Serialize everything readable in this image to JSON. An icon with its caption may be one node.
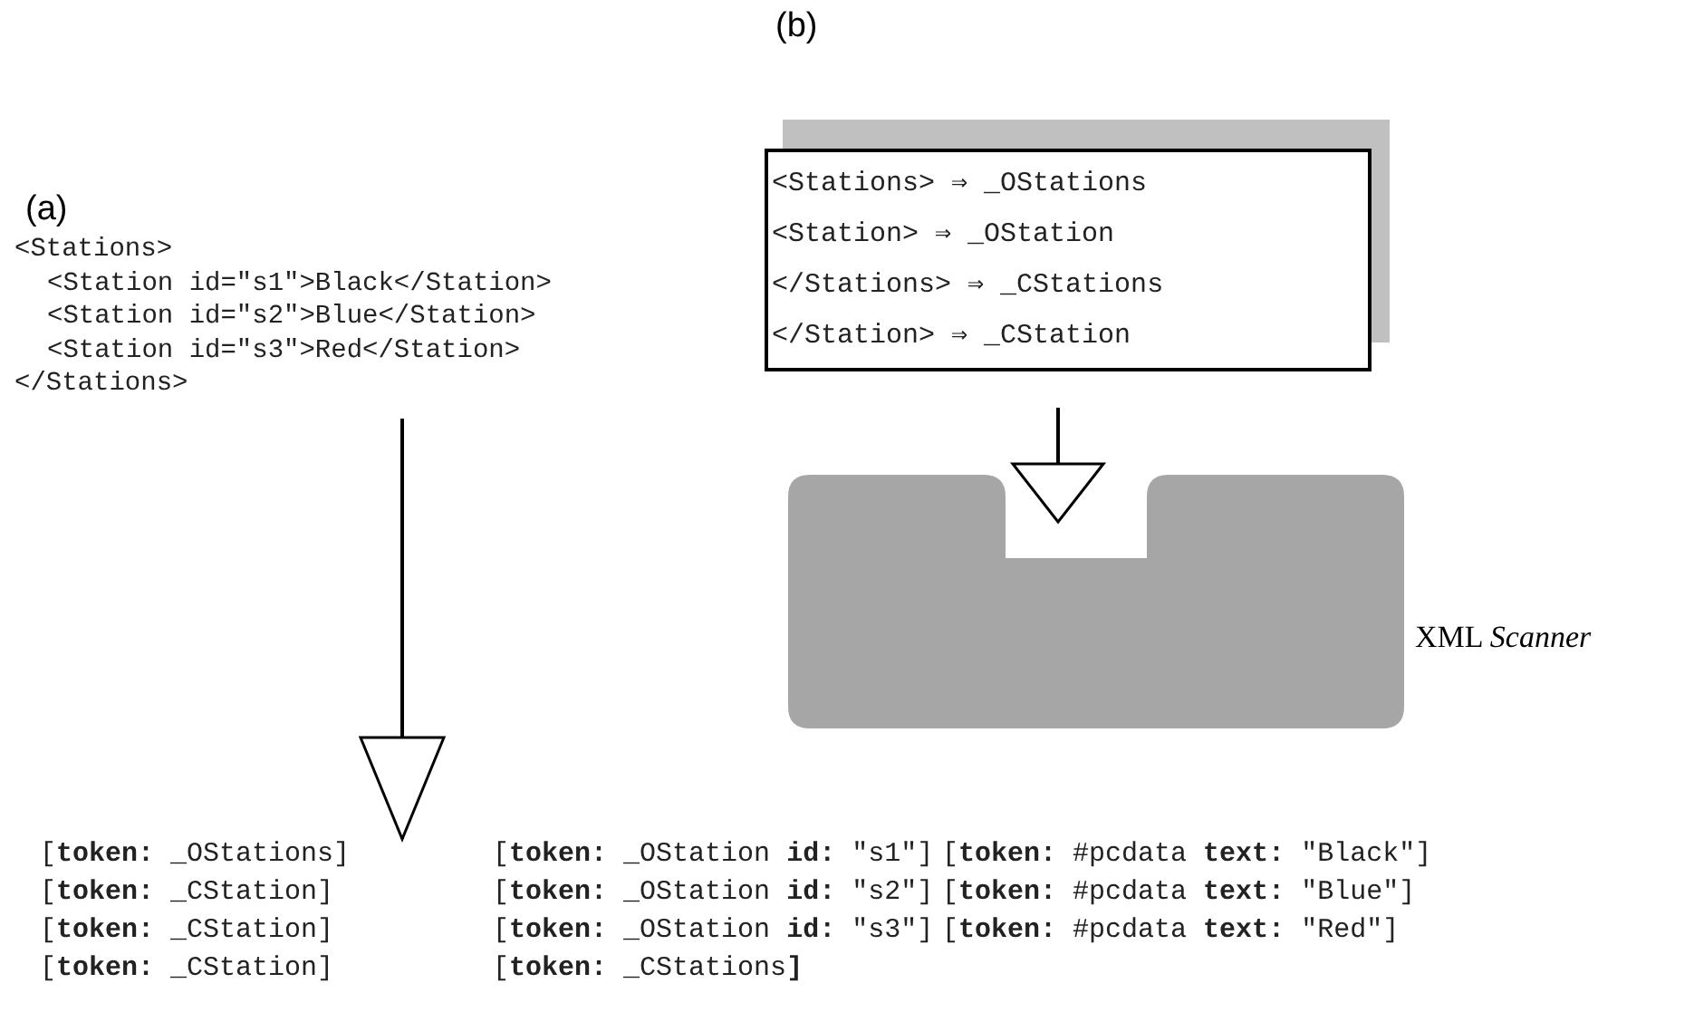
{
  "diagram": {
    "nodes": [
      {
        "text": [
          "<Stations>",
          "<Station id=\"s1\">Black</Station>",
          "<Station id=\"s2\">Blue</Station>",
          "<Station id=\"s3\">Red</Station>",
          "</Stations>"
        ]
      },
      {
        "text": [
          "[**token:** _OStations]",
          "[**token:** _OStation **id:** \"s1\"]",
          "[**token:** #pcdata **text:** \"Black\"]",
          "[**token:** _CStation]",
          "[**token:** _OStation **id:** \"s2\"]",
          "[**token:** #pcdata **text:** \"Blue\"]",
          "[**token:** _CStation]",
          "[**token:** _OStation **id:** \"s3\"]",
          "[**token:** #pcdata **text:** \"Red\"]",
          "[**token:** _CStation]",
          "[**token:** _CStations**]**"
        ]
      },
      {
        "text": [
          "<Stations> ⇒ _OStations",
          "<Station> ⇒ _OStation",
          "</Stations> ⇒ _CStations",
          "</Station> ⇒ _CStation"
        ]
      },
      {
        "text": [],
        "shape": "box",
        "beside": [
          "XML *Scanner*"
        ]
      }
    ],
    "edges": [
      {
        "from": 0,
        "to": 1,
        "arrow": "to"
      },
      {
        "from": 2,
        "to": 3,
        "arrow": "to"
      }
    ],
    "labels": [
      "(a)",
      "(b)"
    ]
  }
}
